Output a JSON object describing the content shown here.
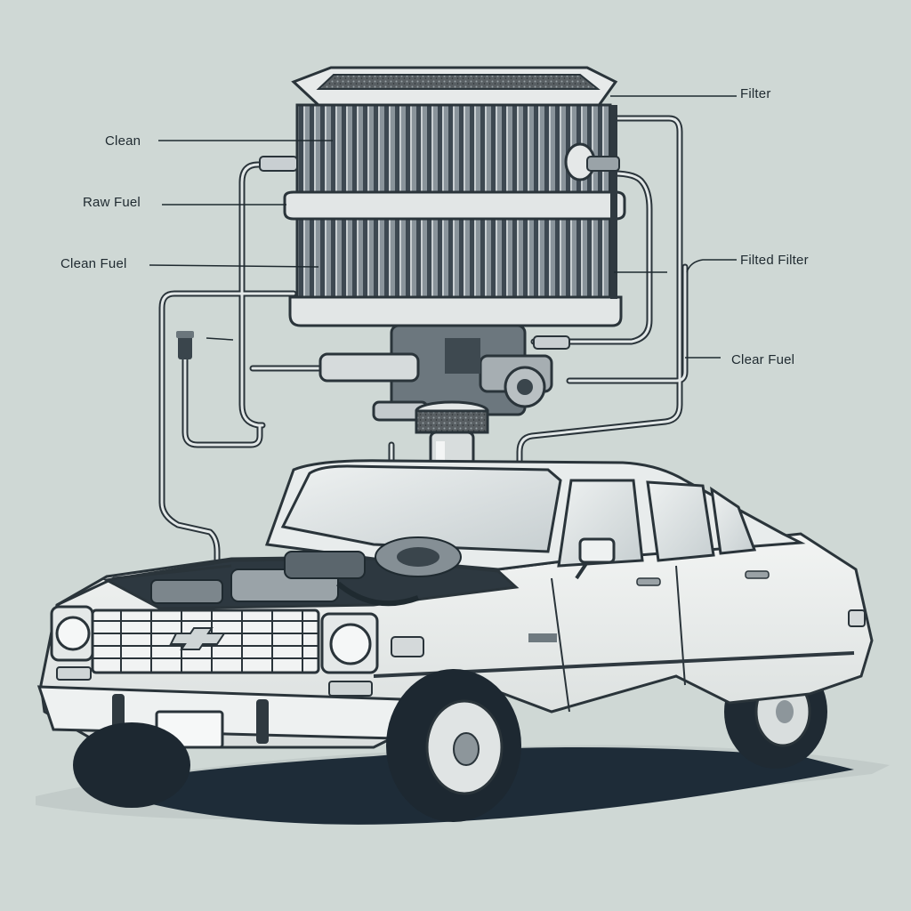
{
  "labels": {
    "clean": "Clean",
    "raw_fuel": "Raw Fuel",
    "clean_fuel": "Clean Fuel",
    "filter": "Filter",
    "filted_filter": "Filted Filter",
    "clear_fuel": "Clear Fuel"
  },
  "colors": {
    "background": "#cfd8d5",
    "ink": "#1f2a30",
    "filter_element": "#4a5660",
    "car_body": "#e9ecea",
    "shadow": "#1e2c38"
  }
}
